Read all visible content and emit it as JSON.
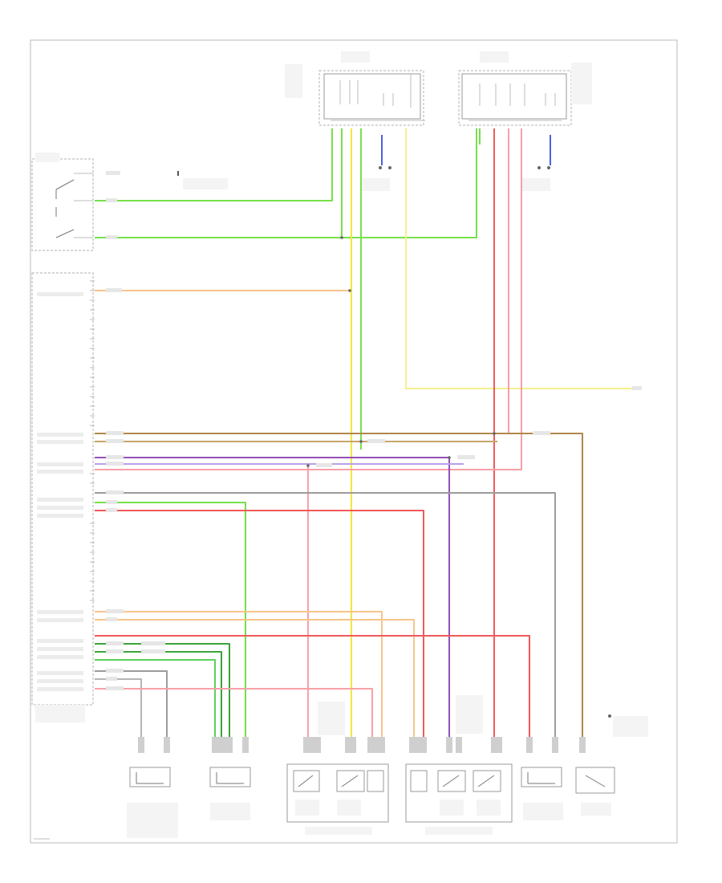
{
  "diagram_id": "",
  "colors": {
    "green": "#76e04a",
    "yellow": "#f3e63a",
    "light_yellow": "#f4f08e",
    "orange": "#f8c58a",
    "red": "#ef5a5a",
    "pink": "#f7a0a8",
    "purple": "#9450b8",
    "light_purple": "#b7a0ea",
    "blue": "#4b62e0",
    "brown": "#b0884a",
    "gray": "#9c9c9c"
  },
  "icons": {
    "switch": "spst-switch-symbol",
    "motor": "motor-symbol",
    "ground": "ground-symbol"
  }
}
